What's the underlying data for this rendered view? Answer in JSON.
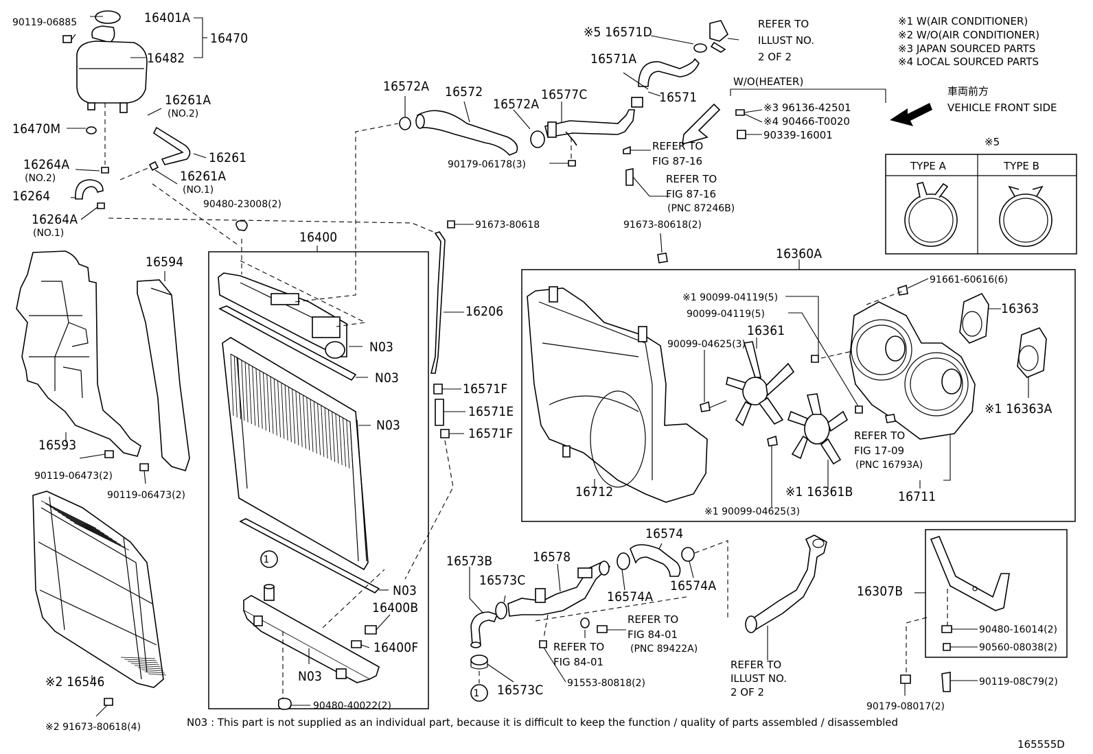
{
  "diagram_id": "165555D",
  "notes": {
    "n1": "※1 W(AIR CONDITIONER)",
    "n2": "※2 W/O(AIR CONDITIONER)",
    "n3": "※3 JAPAN SOURCED PARTS",
    "n4": "※4 LOCAL SOURCED PARTS"
  },
  "direction": {
    "jp": "車両前方",
    "en": "VEHICLE FRONT SIDE"
  },
  "type_box": {
    "mark": "※5",
    "type_a": "TYPE A",
    "type_b": "TYPE B"
  },
  "heater_box": {
    "title": "W/O(HEATER)",
    "p1": "※3 96136-42501",
    "p2": "※4 90466-T0020",
    "p3": "90339-16001"
  },
  "footer": "N03 : This part is not supplied as an individual part, because it is difficult to keep the function / quality of parts assembled / disassembled",
  "labels": {
    "p90119_06885": "90119-06885",
    "p16401A": "16401A",
    "p16470": "16470",
    "p16482": "16482",
    "p16261A_a": "16261A",
    "no2_a": "(NO.2)",
    "p16470M": "16470M",
    "p16264A_a": "16264A",
    "no2_b": "(NO.2)",
    "p16261A_b": "16261A",
    "no1_a": "(NO.1)",
    "p16261": "16261",
    "p16264": "16264",
    "p16264A_b": "16264A",
    "no1_b": "(NO.1)",
    "p90480_23008": "90480-23008(2)",
    "p16572A_a": "16572A",
    "p16572": "16572",
    "p16572A_b": "16572A",
    "p16577C": "16577C",
    "p90179_06178": "90179-06178(3)",
    "p16571D": "※5 16571D",
    "refer_illust_a1": "REFER TO",
    "refer_illust_a2": "ILLUST NO.",
    "refer_illust_a3": "2 OF 2",
    "p16571A": "16571A",
    "p16571": "16571",
    "refer_87_a1": "REFER TO",
    "refer_87_a2": "FIG 87-16",
    "refer_87_b1": "REFER TO",
    "refer_87_b2": "FIG 87-16",
    "refer_87_b3": "(PNC 87246B)",
    "p91673_80618_a": "91673-80618",
    "p91673_80618_b": "91673-80618(2)",
    "p16400": "16400",
    "p16594": "16594",
    "p16206": "16206",
    "n03_1": "N03",
    "n03_2": "N03",
    "n03_3": "N03",
    "n03_4": "N03",
    "n03_5": "N03",
    "p16593": "16593",
    "p90119_06473_a": "90119-06473(2)",
    "p90119_06473_b": "90119-06473(2)",
    "p16571F_a": "16571F",
    "p16571E": "16571E",
    "p16571F_b": "16571F",
    "p16400B": "16400B",
    "p16400F": "16400F",
    "p16546": "※2 16546",
    "p91673_80618_c": "※2 91673-80618(4)",
    "p90480_40022": "90480-40022(2)",
    "p16360A": "16360A",
    "p91661_60616": "91661-60616(6)",
    "p90099_04119_a": "※1 90099-04119(5)",
    "p90099_04119_b": "90099-04119(5)",
    "p16361": "16361",
    "p90099_04625_a": "90099-04625(3)",
    "p16363": "16363",
    "p16363A": "※1 16363A",
    "refer_1709_1": "REFER TO",
    "refer_1709_2": "FIG 17-09",
    "refer_1709_3": "(PNC 16793A)",
    "p16712": "16712",
    "p16361B": "※1 16361B",
    "p16711": "16711",
    "p90099_04625_b": "※1 90099-04625(3)",
    "p16573B": "16573B",
    "p16578": "16578",
    "p16573C_a": "16573C",
    "p16574": "16574",
    "p16574A_a": "16574A",
    "p16574A_b": "16574A",
    "refer_8401_a1": "REFER TO",
    "refer_8401_a2": "FIG 84-01",
    "refer_8401_a3": "(PNC 89422A)",
    "refer_8401_b1": "REFER TO",
    "refer_8401_b2": "FIG 84-01",
    "refer_illust_b1": "REFER TO",
    "refer_illust_b2": "ILLUST NO.",
    "refer_illust_b3": "2 OF 2",
    "p16573C_b": "16573C",
    "p91553_80818": "91553-80818(2)",
    "p16307B": "16307B",
    "p90480_16014": "90480-16014(2)",
    "p90560_08038": "90560-08038(2)",
    "p90119_08C79": "90119-08C79(2)",
    "p90179_08017": "90179-08017(2)",
    "circle_1a": "1",
    "circle_1b": "1"
  }
}
